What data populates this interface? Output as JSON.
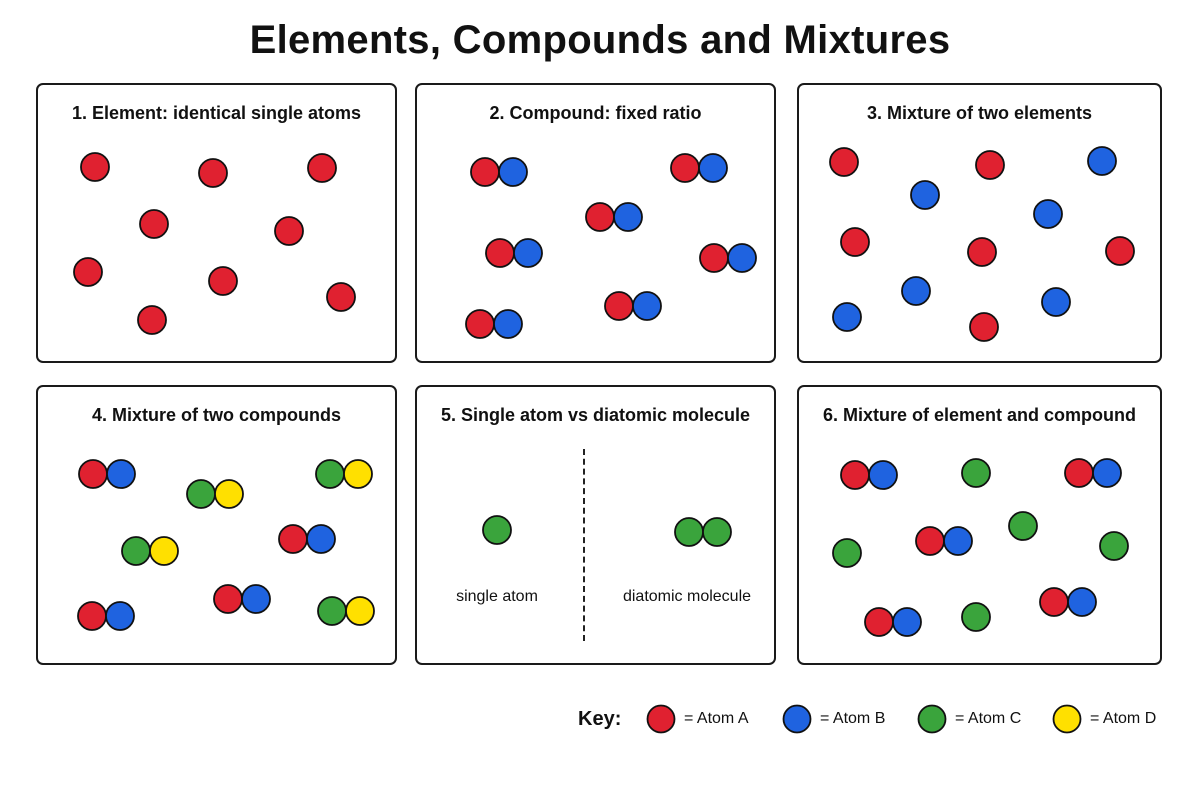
{
  "title": "Elements, Compounds and Mixtures",
  "colors": {
    "red": "#e02130",
    "blue": "#1f63e0",
    "green": "#3aa43c",
    "yellow": "#ffe000",
    "outline": "#111111"
  },
  "panels": {
    "p1": {
      "title": "1. Element: identical single atoms"
    },
    "p2": {
      "title": "2. Compound: fixed ratio"
    },
    "p3": {
      "title": "3. Mixture of two elements"
    },
    "p4": {
      "title": "4. Mixture of two compounds"
    },
    "p5": {
      "title": "5. Single atom vs diatomic molecule",
      "left_caption": "single atom",
      "right_caption": "diatomic molecule"
    },
    "p6": {
      "title": "6. Mixture of element and compound"
    }
  },
  "key": {
    "label": "Key:",
    "items": [
      {
        "color": "red",
        "text": "= Atom A"
      },
      {
        "color": "blue",
        "text": "= Atom B"
      },
      {
        "color": "green",
        "text": "= Atom C"
      },
      {
        "color": "yellow",
        "text": "= Atom D"
      }
    ]
  }
}
